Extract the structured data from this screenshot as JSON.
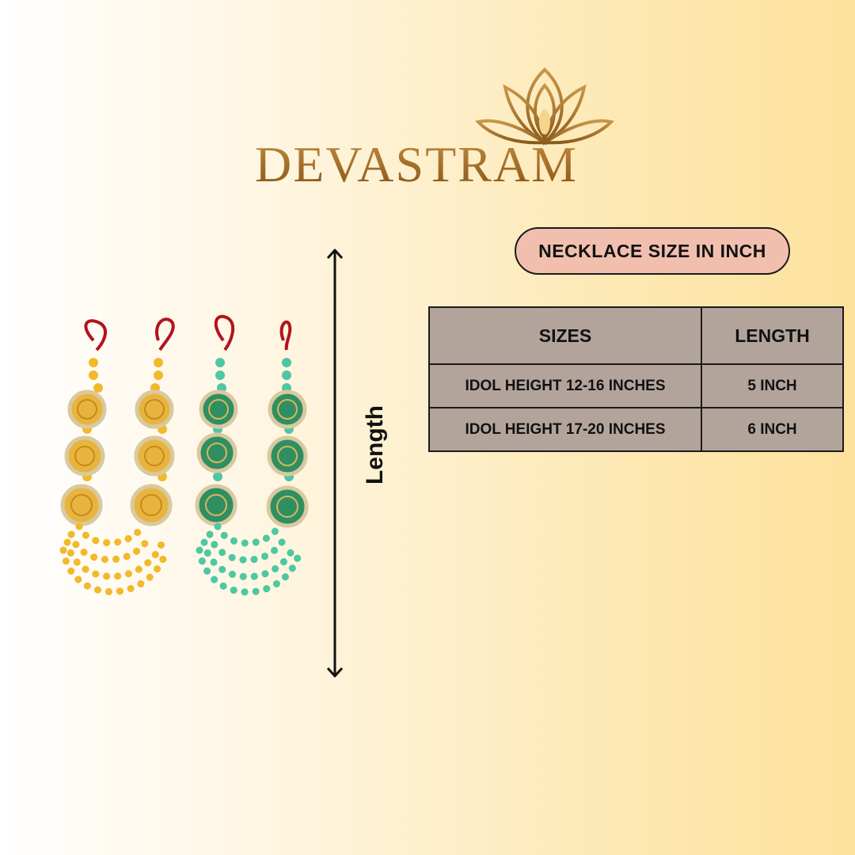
{
  "brand": {
    "name": "DEVASTRAM",
    "logo_icon": "lotus-icon",
    "color": "#a46a21"
  },
  "size_chart": {
    "title": "NECKLACE SIZE IN INCH",
    "headers": [
      "SIZES",
      "LENGTH"
    ],
    "rows": [
      [
        "IDOL HEIGHT 12-16 INCHES",
        "5 INCH"
      ],
      [
        "IDOL HEIGHT 17-20 INCHES",
        "6 INCH"
      ]
    ]
  },
  "measure": {
    "label": "Length"
  },
  "colors": {
    "pill": "#f2bfae",
    "table": "#b3a49b",
    "yellow_beads": "#f2b92b",
    "green_beads": "#2f8f63"
  }
}
